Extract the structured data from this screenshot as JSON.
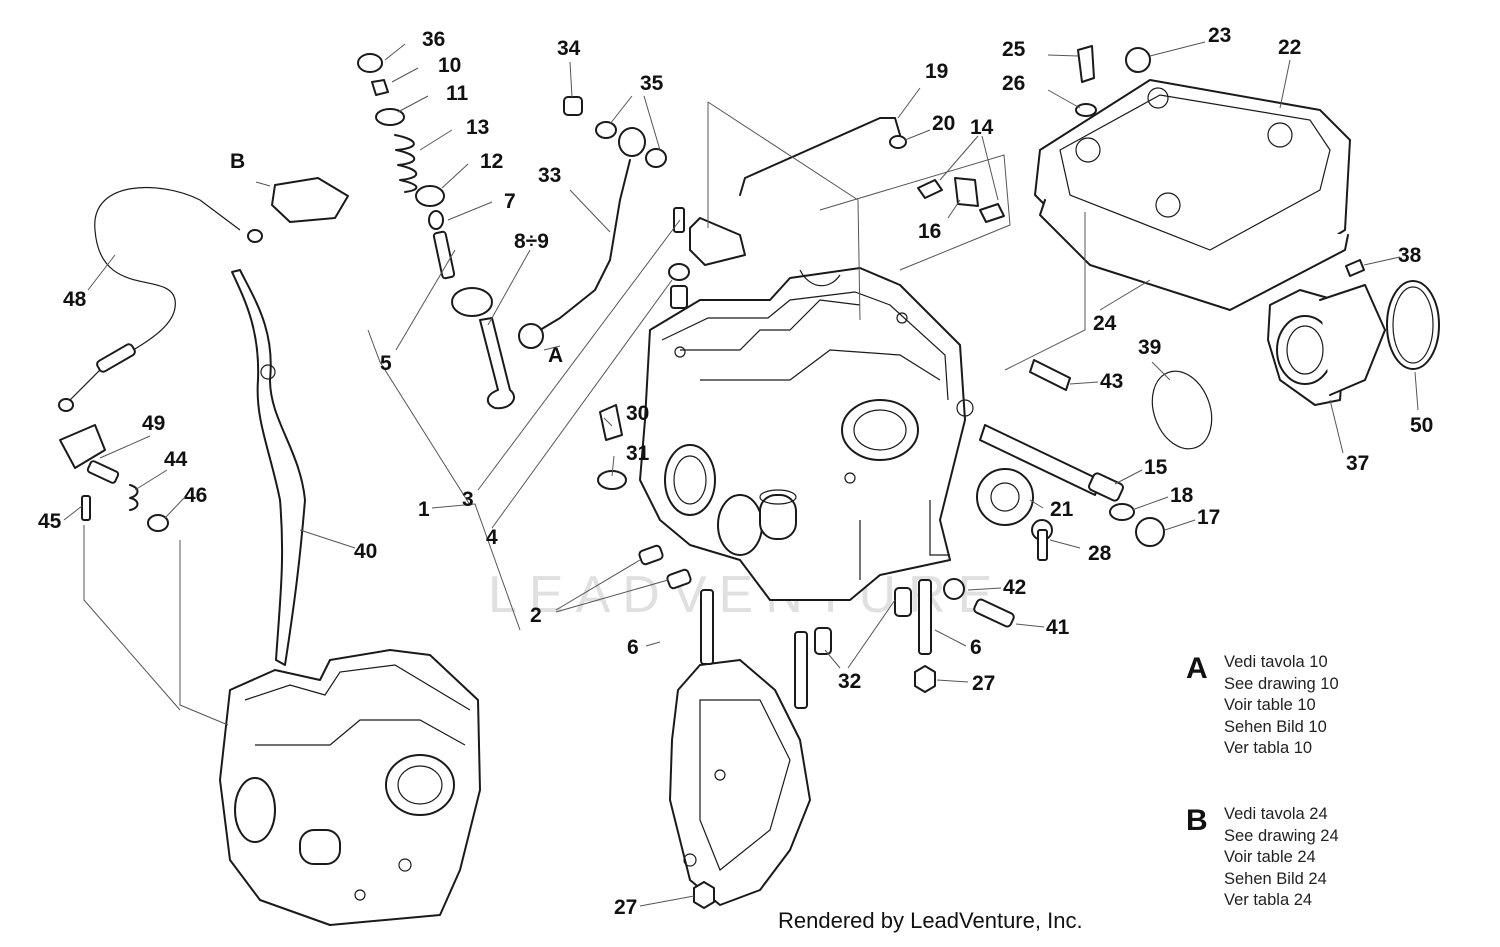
{
  "callouts": {
    "n1": "1",
    "n2": "2",
    "n3": "3",
    "n4": "4",
    "n5": "5",
    "n6a": "6",
    "n6b": "6",
    "n7": "7",
    "n8_9": "8÷9",
    "n10": "10",
    "n11": "11",
    "n12": "12",
    "n13": "13",
    "n14": "14",
    "n15": "15",
    "n16": "16",
    "n17": "17",
    "n18": "18",
    "n19": "19",
    "n20": "20",
    "n21": "21",
    "n22": "22",
    "n23": "23",
    "n24": "24",
    "n25": "25",
    "n26": "26",
    "n27a": "27",
    "n27b": "27",
    "n28": "28",
    "n30": "30",
    "n31": "31",
    "n32": "32",
    "n33": "33",
    "n34": "34",
    "n35": "35",
    "n36": "36",
    "n37": "37",
    "n38": "38",
    "n39": "39",
    "n40": "40",
    "n41": "41",
    "n42": "42",
    "n43": "43",
    "n44": "44",
    "n45": "45",
    "n46": "46",
    "n48": "48",
    "n49": "49",
    "n50": "50",
    "refA": "A",
    "refB": "B"
  },
  "watermark": "LEADVENTURE",
  "legend": [
    {
      "letter": "A",
      "lines": [
        "Vedi tavola 10",
        "See drawing 10",
        "Voir table 10",
        "Sehen Bild 10",
        "Ver tabla 10"
      ]
    },
    {
      "letter": "B",
      "lines": [
        "Vedi tavola 24",
        "See drawing 24",
        "Voir table 24",
        "Sehen Bild 24",
        "Ver tabla 24"
      ]
    }
  ],
  "credit": "Rendered by LeadVenture, Inc."
}
